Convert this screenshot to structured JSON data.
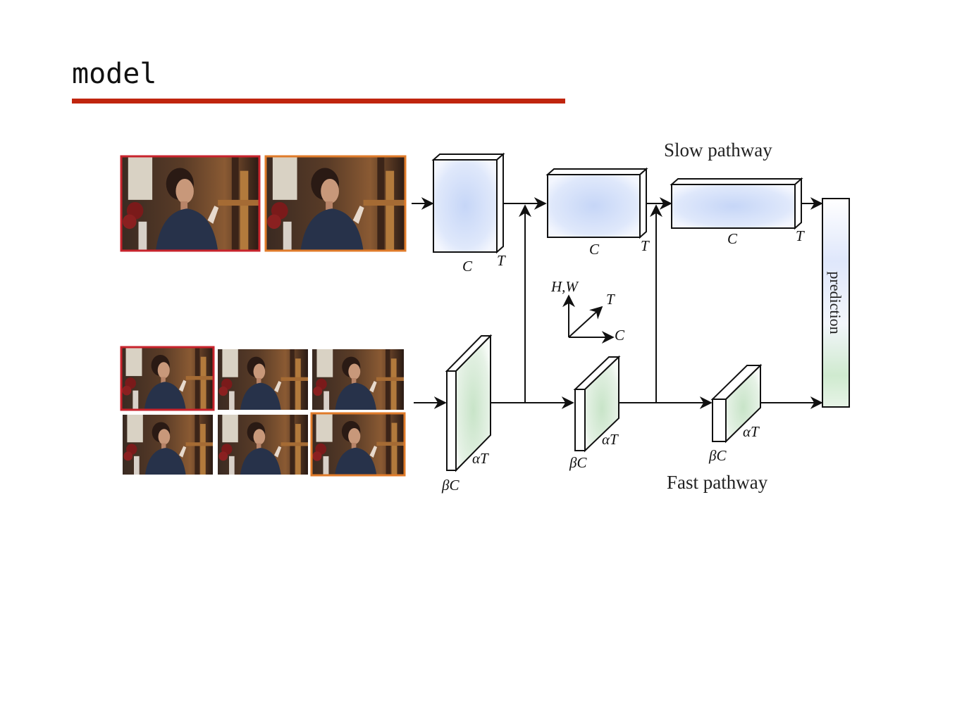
{
  "slide": {
    "title": "model",
    "accent_color": "#c0250e"
  },
  "diagram": {
    "slow_pathway_label": "Slow pathway",
    "fast_pathway_label": "Fast pathway",
    "prediction_label": "prediction",
    "slow_blocks": [
      {
        "channel_label": "C",
        "time_label": "T"
      },
      {
        "channel_label": "C",
        "time_label": "T"
      },
      {
        "channel_label": "C",
        "time_label": "T"
      }
    ],
    "fast_blocks": [
      {
        "channel_label": "βC",
        "time_label": "αT"
      },
      {
        "channel_label": "βC",
        "time_label": "αT"
      },
      {
        "channel_label": "βC",
        "time_label": "αT"
      }
    ],
    "axes": {
      "vertical": "H,W",
      "diagonal": "T",
      "horizontal": "C"
    },
    "colors": {
      "slow_block_fill": "#c9d8f6",
      "fast_block_fill": "#d2ead2",
      "frame_red": "#c8232c",
      "frame_orange": "#e07b2a",
      "video_frame_icon": "video-frame-woman"
    }
  }
}
